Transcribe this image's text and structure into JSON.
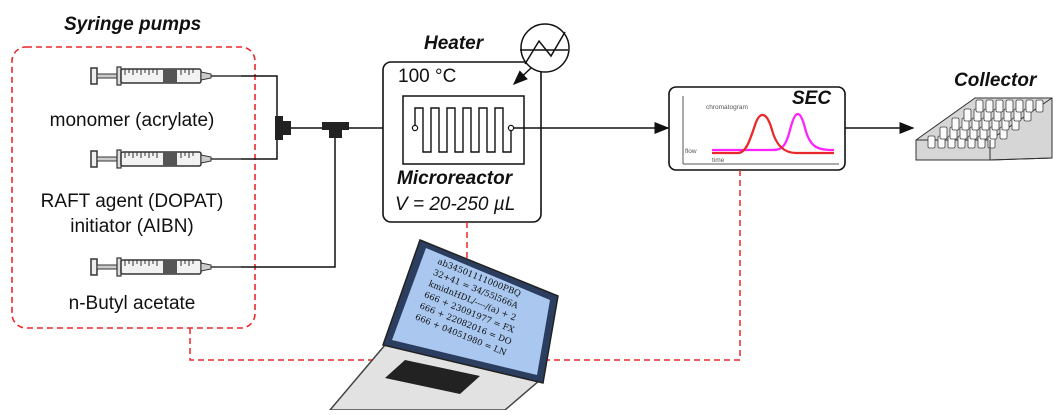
{
  "syringe_pumps": {
    "title": "Syringe pumps",
    "reagents": [
      {
        "lines": [
          "monomer (acrylate)"
        ]
      },
      {
        "lines": [
          "RAFT agent (DOPAT)",
          "initiator (AIBN)"
        ]
      },
      {
        "lines": [
          "n-Butyl acetate"
        ]
      }
    ]
  },
  "heater": {
    "title": "Heater",
    "temperature": "100 °C",
    "reactor_title": "Microreactor",
    "volume": "V = 20-250 µL"
  },
  "sec": {
    "title": "SEC",
    "plot_label": "chromatogram",
    "y_label": "flow",
    "x_label": "time",
    "colors": {
      "red": "#e8282b",
      "magenta": "#ff22ff"
    }
  },
  "collector": {
    "title": "Collector"
  },
  "laptop": {
    "screen_lines": [
      "ab34501111000PBQ",
      "32+41 = 34/55l566A",
      "kmidnHDL/----/(a) + 2",
      "666 + 23091977 = FX",
      "666 + 22082016 = DO",
      "666 + 04051980 = LN"
    ]
  },
  "colors": {
    "dashed": "#e8282b",
    "line": "#111111",
    "screen": "#a9c7ef"
  }
}
